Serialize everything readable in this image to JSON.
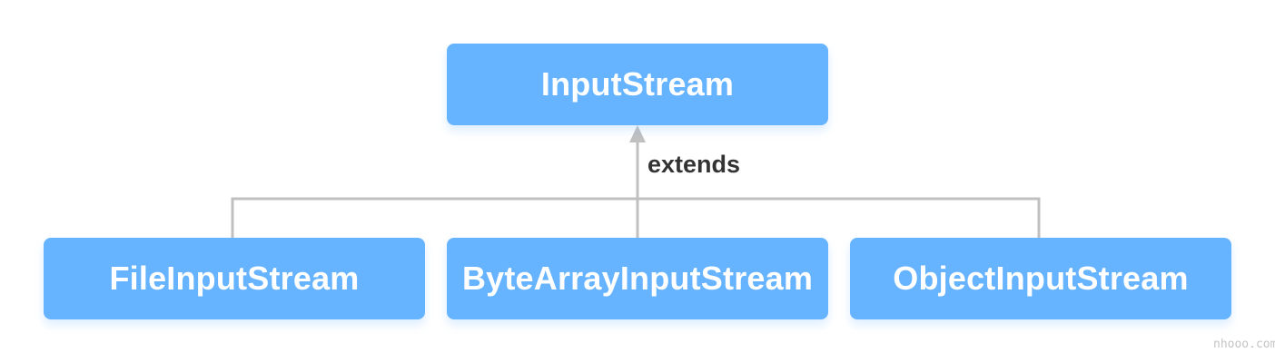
{
  "diagram": {
    "parent": "InputStream",
    "edge_label": "extends",
    "children": [
      "FileInputStream",
      "ByteArrayInputStream",
      "ObjectInputStream"
    ]
  },
  "colors": {
    "box_fill": "#66b3ff",
    "box_text": "#ffffff",
    "connector": "#c0c0c0",
    "label_text": "#333333"
  },
  "watermark": "nhooo.com"
}
